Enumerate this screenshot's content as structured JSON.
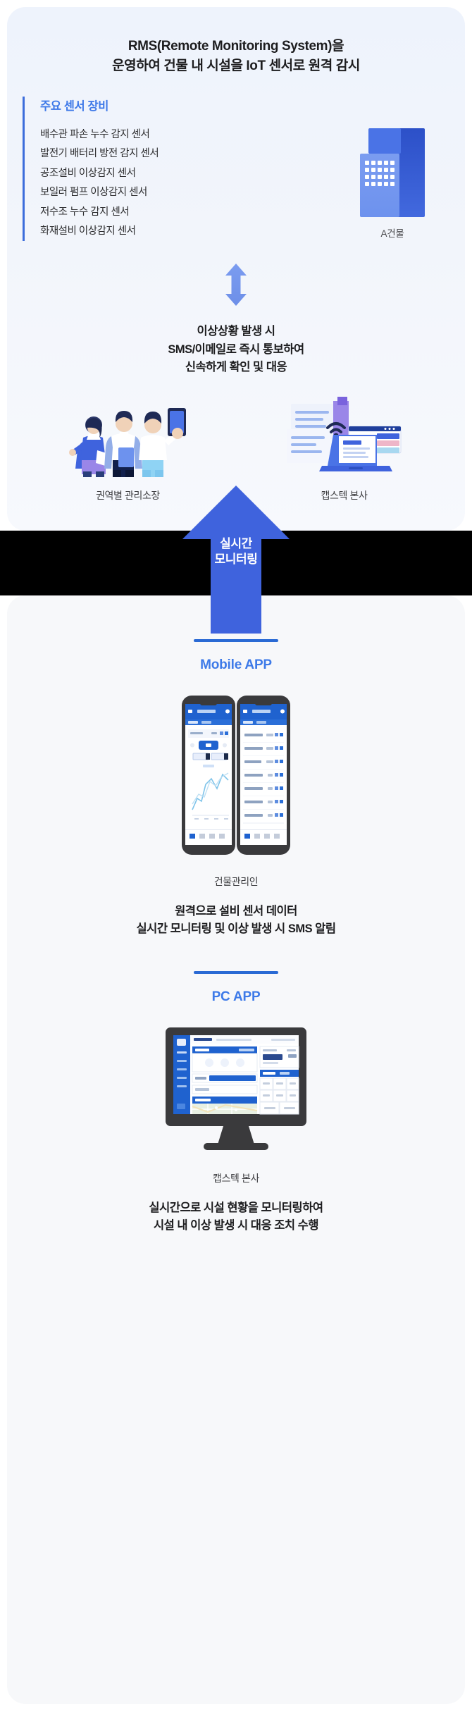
{
  "headline": {
    "line1": "RMS(Remote Monitoring System)을",
    "line2": "운영하여 건물 내 시설을 IoT 센서로 원격 감시"
  },
  "sensor_panel": {
    "title": "주요 센서 장비",
    "items": [
      "배수관 파손 누수 감지 센서",
      "발전기 배터리 방전 감지 센서",
      "공조설비 이상감지 센서",
      "보일러 펌프 이상감지 센서",
      "저수조 누수 감지 센서",
      "화재설비 이상감지 센서"
    ],
    "building_label": "A건물",
    "building_icon": "office-building-icon"
  },
  "flow": {
    "exchange_icon": "double-headed-vertical-arrow-icon",
    "alert_line1": "이상상황 발생 시",
    "alert_line2": "SMS/이메일로 즉시 통보하여",
    "alert_line3": "신속하게 확인 및 대응"
  },
  "actors": [
    {
      "label": "권역별 관리소장",
      "icon": "managers-group-icon"
    },
    {
      "label": "캡스텍 본사",
      "icon": "headquarters-laptop-icon"
    }
  ],
  "big_arrow": {
    "icon": "upward-arrow-icon",
    "label_line1": "실시간",
    "label_line2": "모니터링"
  },
  "apps": [
    {
      "title": "Mobile APP",
      "device_icon": "two-smartphones-icon",
      "owner": "건물관리인",
      "desc_line1": "원격으로 설비 센서 데이터",
      "desc_line2": "실시간 모니터링 및 이상 발생 시 SMS 알림"
    },
    {
      "title": "PC APP",
      "device_icon": "desktop-monitor-icon",
      "owner": "캡스텍 본사",
      "desc_line1": "실시간으로 시설 현황을 모니터링하여",
      "desc_line2": "시설 내 이상 발생 시 대응 조치 수행"
    }
  ],
  "colors": {
    "brand_blue": "#3d7ae8",
    "deep_blue": "#2a6ad4",
    "arrow_blue": "#3f63dd",
    "building_dark": "#2c50c8",
    "building_light": "#7b9cf0",
    "card_top_bg": "#eef3fc",
    "card_bottom_bg": "#f7f8fa",
    "gap_black": "#000000"
  }
}
